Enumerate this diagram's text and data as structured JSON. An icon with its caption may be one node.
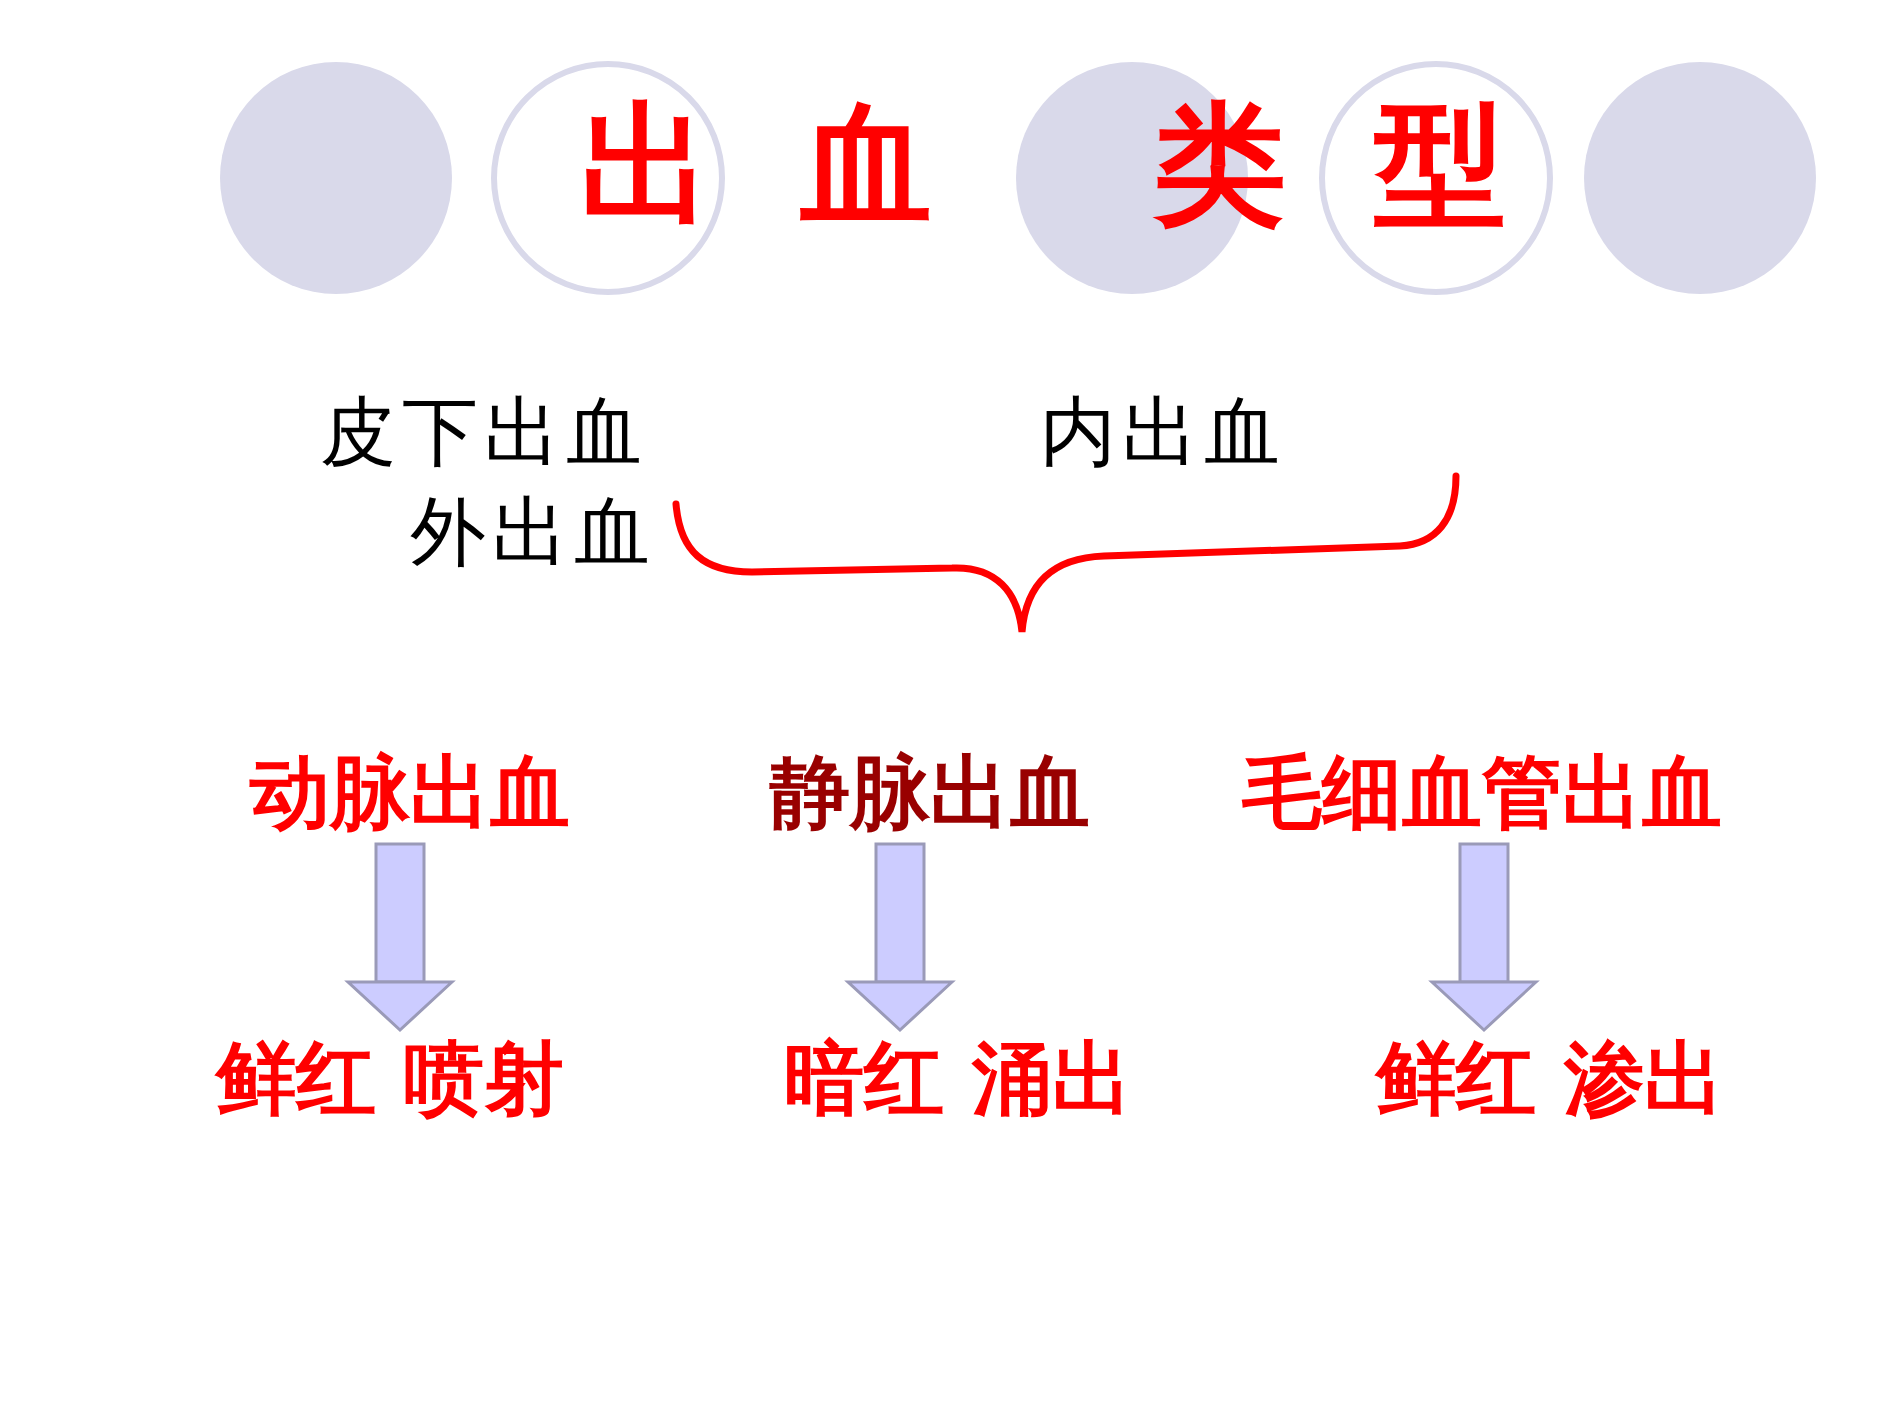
{
  "diagram": {
    "title": "出血 类型",
    "nodes": [
      {
        "text": [
          "动脉出血"
        ]
      },
      {
        "text": [
          "静脉出血"
        ]
      },
      {
        "text": [
          "毛细血管出血"
        ]
      },
      {
        "text": [
          "鲜红 喷射"
        ]
      },
      {
        "text": [
          "暗红 涌出"
        ]
      },
      {
        "text": [
          "鲜红 渗出"
        ]
      }
    ],
    "edges": [
      {
        "from": 0,
        "to": 3,
        "arrow": "to"
      },
      {
        "from": 1,
        "to": 4,
        "arrow": "to"
      },
      {
        "from": 2,
        "to": 5,
        "arrow": "to"
      }
    ],
    "labels": [
      "皮下出血",
      "内出血",
      "外出血"
    ]
  }
}
